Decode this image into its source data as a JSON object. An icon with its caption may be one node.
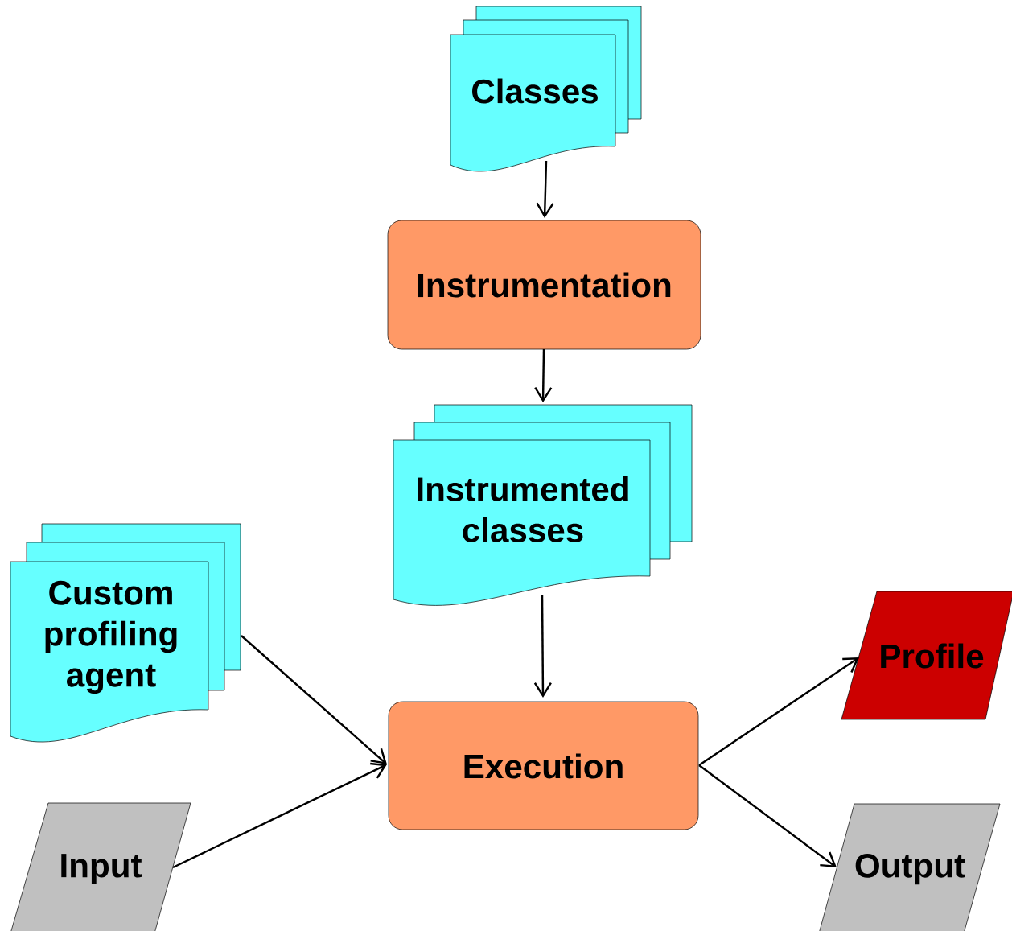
{
  "diagram": {
    "nodes": [
      {
        "text": [
          "Classes"
        ]
      },
      {
        "text": [
          "Instrumentation"
        ]
      },
      {
        "text": [
          "Instrumented classes"
        ]
      },
      {
        "text": [
          "Custom profiling agent"
        ]
      },
      {
        "text": [
          "Execution"
        ]
      },
      {
        "text": [
          "Input"
        ]
      },
      {
        "text": [
          "Profile"
        ]
      },
      {
        "text": [
          "Output"
        ]
      }
    ],
    "edges": [
      {
        "from": 0,
        "to": 1,
        "arrow": "to"
      },
      {
        "from": 1,
        "to": 2,
        "arrow": "to"
      },
      {
        "from": 2,
        "to": 4,
        "arrow": "to"
      },
      {
        "from": 3,
        "to": 4,
        "arrow": "to"
      },
      {
        "from": 5,
        "to": 4,
        "arrow": "to"
      },
      {
        "from": 4,
        "to": 6,
        "arrow": "to"
      },
      {
        "from": 4,
        "to": 7,
        "arrow": "to"
      }
    ]
  }
}
